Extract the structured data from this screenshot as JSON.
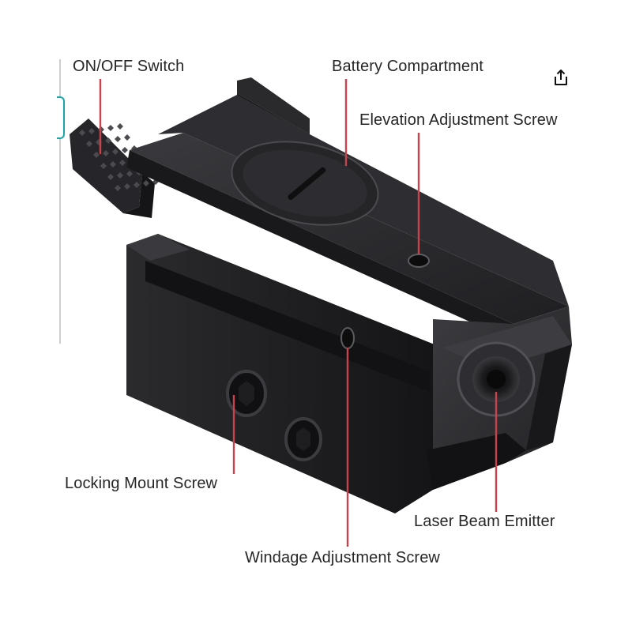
{
  "callouts": {
    "on_off_switch": "ON/OFF Switch",
    "battery_compartment": "Battery Compartment",
    "elevation_screw": "Elevation Adjustment Screw",
    "locking_mount_screw": "Locking Mount Screw",
    "laser_emitter": "Laser Beam Emitter",
    "windage_screw": "Windage Adjustment Screw"
  },
  "icons": {
    "share": "share-icon"
  },
  "colors": {
    "leader_line": "#c8434e",
    "text": "#262626",
    "body_dark": "#1b1b1d",
    "body_mid": "#2c2c2f",
    "body_light": "#48484c",
    "accent_tab": "#1aa5a8"
  }
}
